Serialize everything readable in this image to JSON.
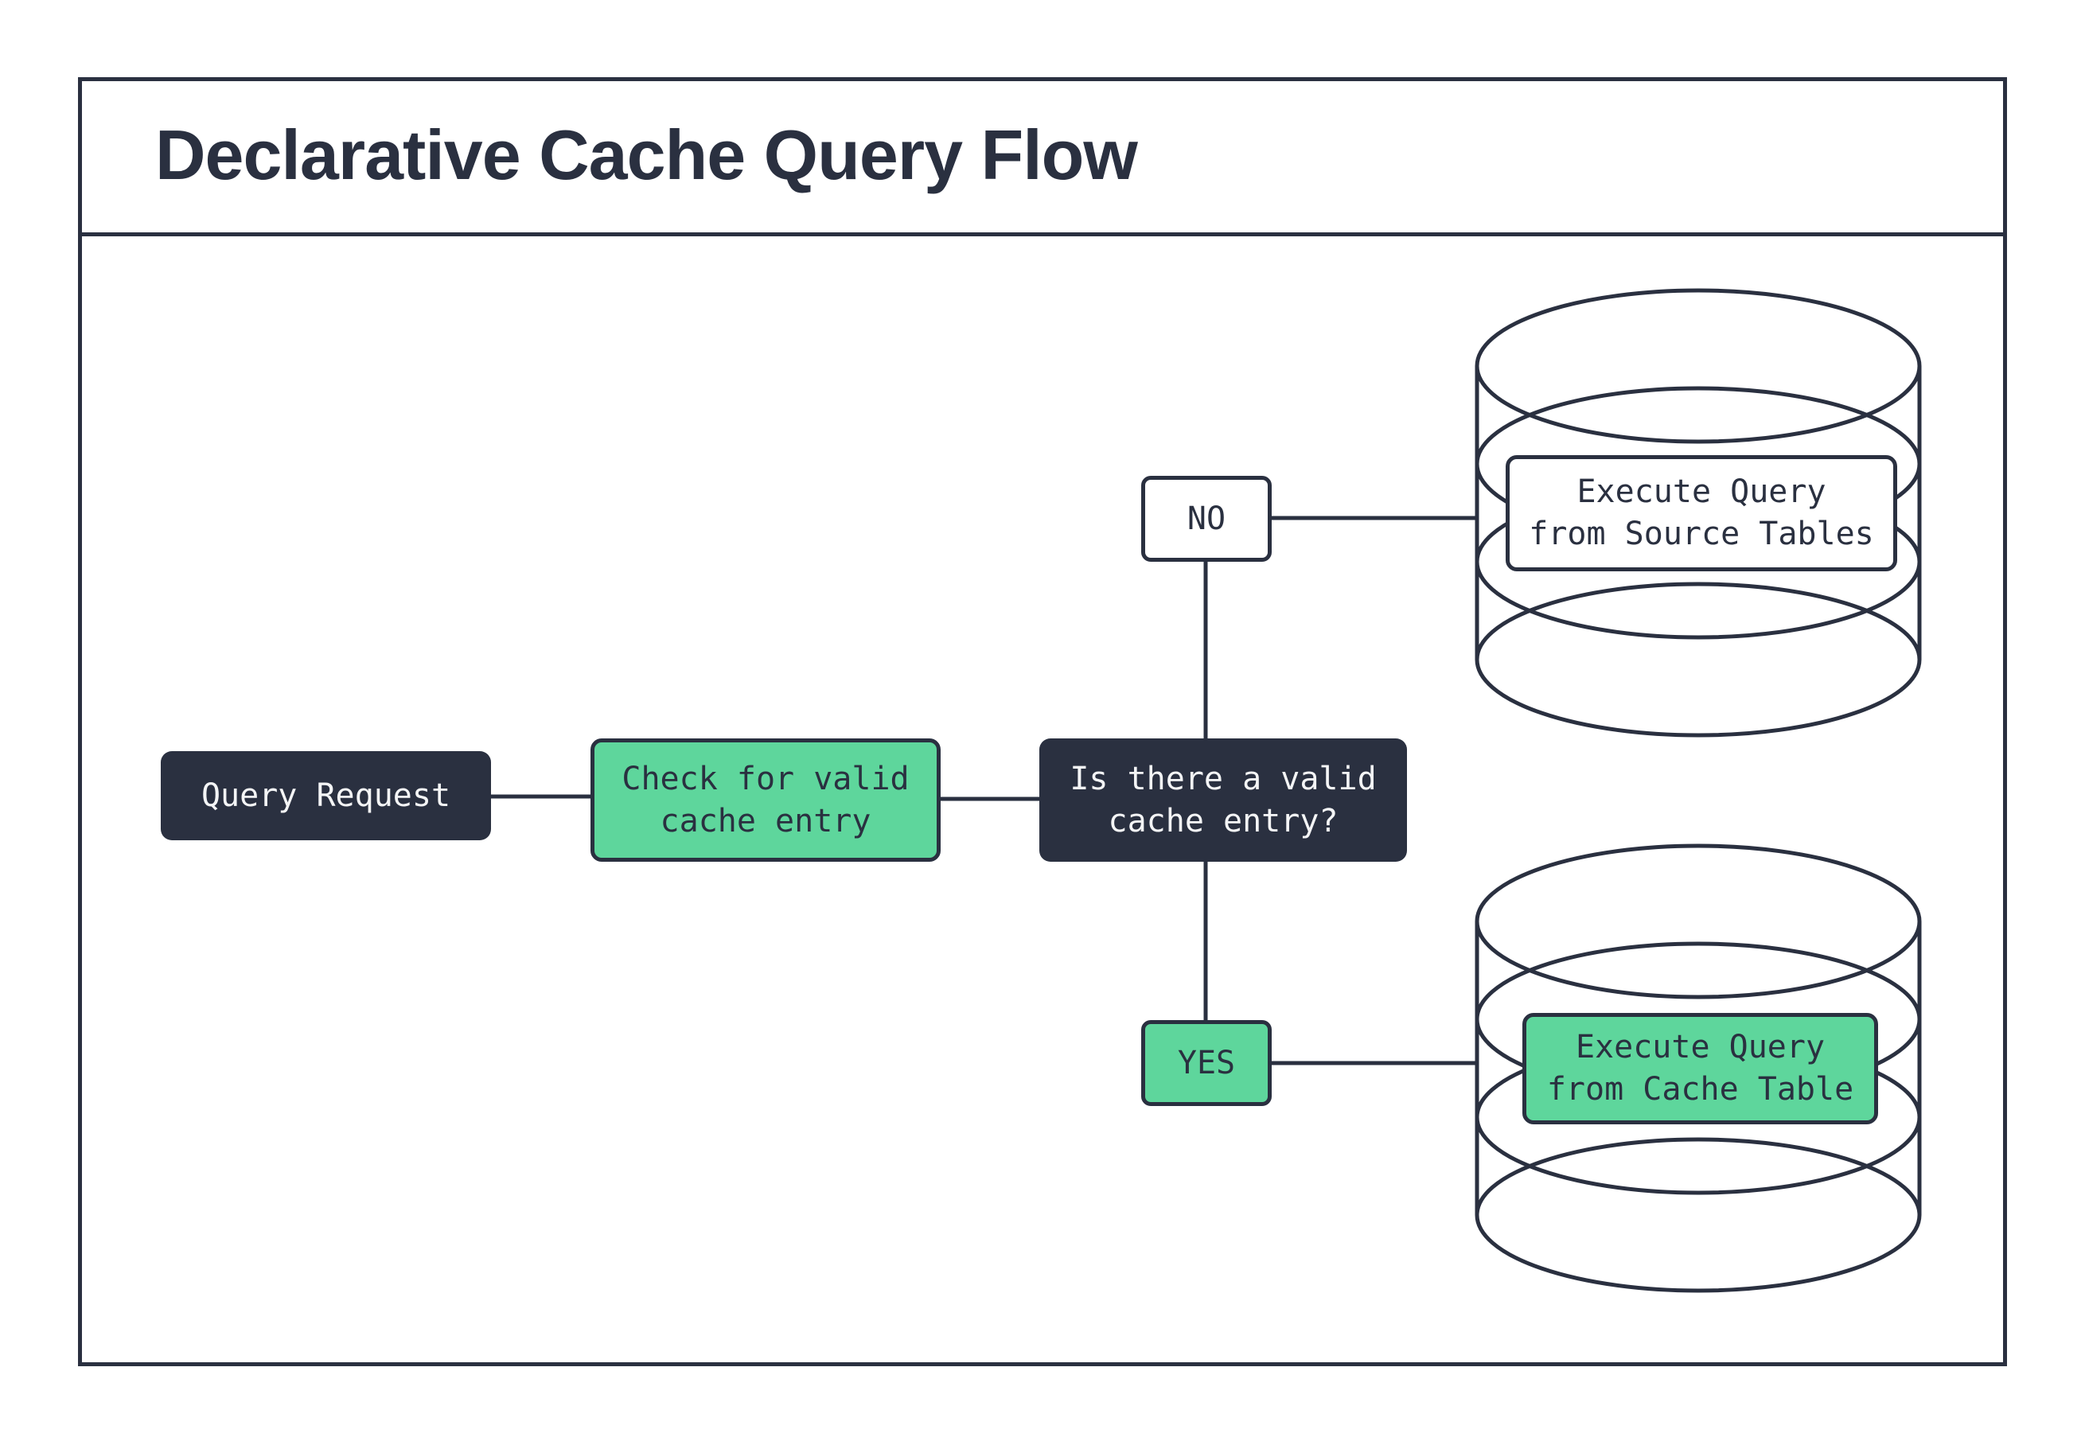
{
  "title": "Declarative Cache Query Flow",
  "colors": {
    "ink": "#2a3040",
    "green": "#5ed69c",
    "paper": "#ffffff",
    "light_text": "#f4f5f6"
  },
  "flow": {
    "nodes": {
      "query_request": {
        "label": "Query Request"
      },
      "check_cache": {
        "label": "Check for valid\ncache entry"
      },
      "decision": {
        "label": "Is there a valid\ncache entry?"
      },
      "no_branch": {
        "label": "NO"
      },
      "yes_branch": {
        "label": "YES"
      },
      "execute_source": {
        "label": "Execute Query\nfrom Source Tables"
      },
      "execute_cache": {
        "label": "Execute Query\nfrom Cache Table"
      }
    },
    "icons": {
      "source_db": "database-cylinder",
      "cache_db": "database-cylinder"
    }
  }
}
